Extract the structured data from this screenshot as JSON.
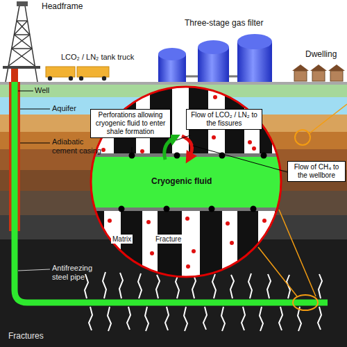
{
  "diagram": {
    "nodes": [
      {
        "text": [
          "Perforations allowing cryogenic fluid to enter shale formation"
        ]
      },
      {
        "text": [
          "Flow of LCO₂ / LN₂ to the fissures"
        ]
      },
      {
        "text": [
          "Flow of CH₄ to the wellbore"
        ]
      }
    ],
    "labels": [
      "Headframe",
      "Three-stage gas filter",
      "LCO₂ / LN₂ tank truck",
      "Dwelling",
      "Well",
      "Aquifer",
      "Adiabatic cement casing",
      "Cryogenic fluid",
      "Matrix",
      "Fracture",
      "Antifreezing steel pipe",
      "Fractures"
    ]
  }
}
